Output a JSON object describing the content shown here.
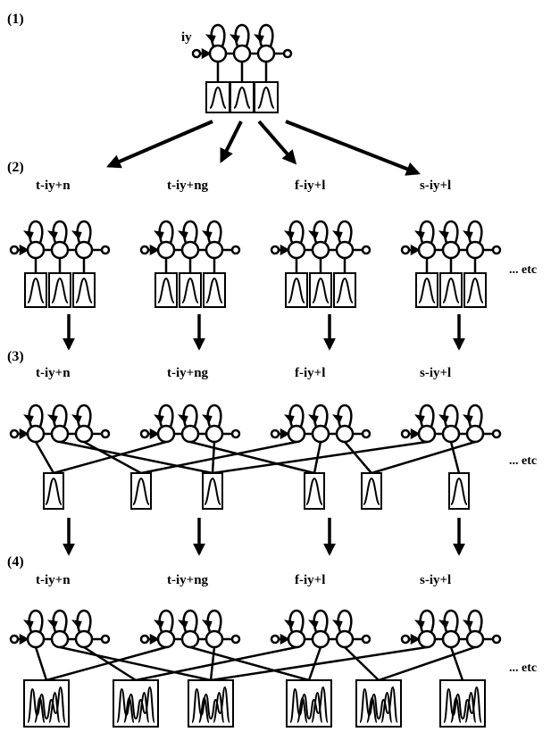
{
  "stages": [
    "(1)",
    "(2)",
    "(3)",
    "(4)"
  ],
  "top_label": "iy",
  "contexts": [
    "t-iy+n",
    "t-iy+ng",
    "f-iy+l",
    "s-iy+l"
  ],
  "etc_label": "... etc"
}
